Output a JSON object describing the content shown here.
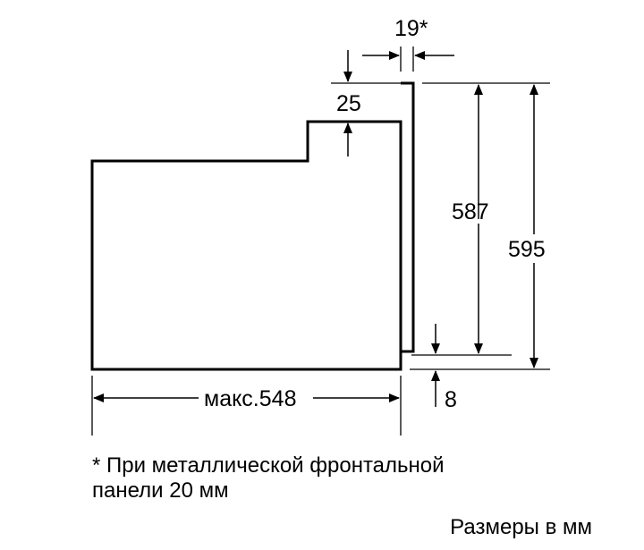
{
  "dimensions": {
    "front_thickness": "19*",
    "step_height": "25",
    "inner_height": "587",
    "total_height": "595",
    "bottom_gap": "8",
    "depth": "макс.548"
  },
  "footnote": {
    "line1": "* При металлической фронтальной",
    "line2": "панели 20 мм"
  },
  "units_note": "Размеры в мм"
}
